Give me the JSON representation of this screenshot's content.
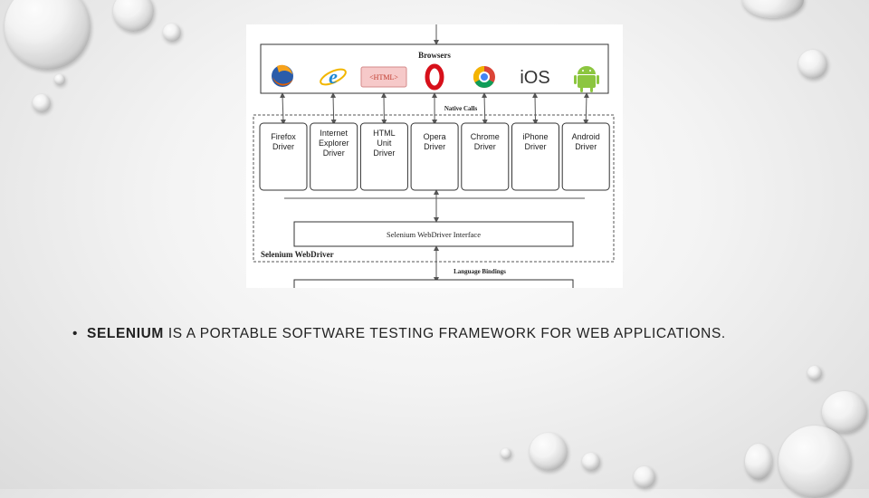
{
  "diagram": {
    "browsers_label": "Browsers",
    "html_icon_label": "<HTML>",
    "ios_label": "iOS",
    "native_calls_label": "Native Calls",
    "drivers": [
      {
        "lines": [
          "Firefox",
          "Driver"
        ]
      },
      {
        "lines": [
          "Internet",
          "Explorer",
          "Driver"
        ]
      },
      {
        "lines": [
          "HTML",
          "Unit",
          "Driver"
        ]
      },
      {
        "lines": [
          "Opera",
          "Driver"
        ]
      },
      {
        "lines": [
          "Chrome",
          "Driver"
        ]
      },
      {
        "lines": [
          "iPhone",
          "Driver"
        ]
      },
      {
        "lines": [
          "Android",
          "Driver"
        ]
      }
    ],
    "interface_label": "Selenium WebDriver Interface",
    "webdriver_label": "Selenium WebDriver",
    "language_bindings_label": "Language Bindings"
  },
  "caption": {
    "bullet": "•",
    "bold_text": "SELENIUM",
    "rest_text": " IS A PORTABLE SOFTWARE TESTING FRAMEWORK FOR WEB APPLICATIONS."
  },
  "colors": {
    "html_icon_bg": "#f6c9c9",
    "html_icon_text": "#c0392b",
    "android_green": "#8cc63f",
    "opera_red": "#d7101a"
  }
}
